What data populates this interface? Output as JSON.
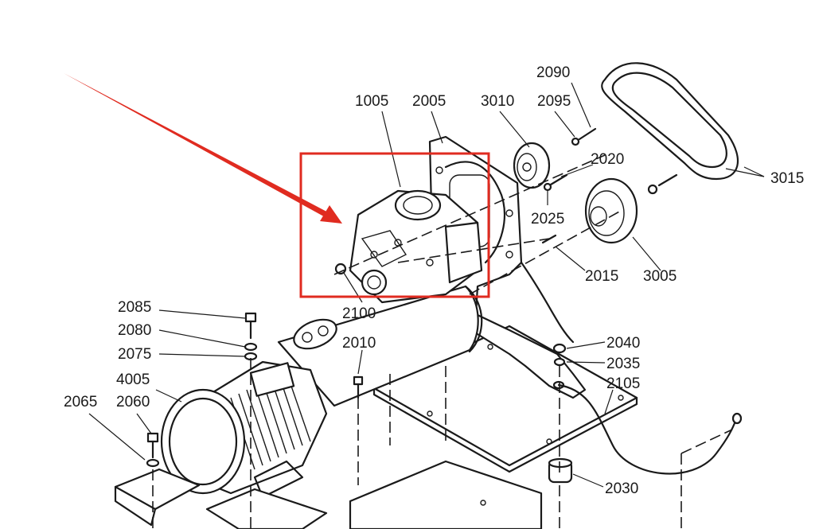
{
  "diagram": {
    "labels": {
      "p1005": "1005",
      "p2005": "2005",
      "p3010": "3010",
      "p2095": "2095",
      "p2090": "2090",
      "p2020": "2020",
      "p3015": "3015",
      "p2025": "2025",
      "p2015": "2015",
      "p3005": "3005",
      "p2100": "2100",
      "p2085": "2085",
      "p2080": "2080",
      "p2075": "2075",
      "p2010": "2010",
      "p4005": "4005",
      "p2065": "2065",
      "p2060": "2060",
      "p2040": "2040",
      "p2035": "2035",
      "p2105": "2105",
      "p2030": "2030"
    },
    "highlight_color": "#e02b20",
    "line_color": "#1a1a1a"
  }
}
